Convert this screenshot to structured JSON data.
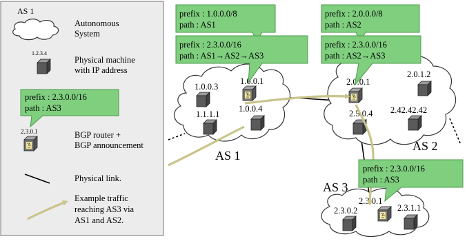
{
  "legend": {
    "as_label": "AS 1",
    "as_desc_line1": "Autonomous",
    "as_desc_line2": "System",
    "machine_ip": "1.2.3.4",
    "machine_desc_line1": "Physical machine",
    "machine_desc_line2": "with IP address",
    "callout_prefix": "prefix : 2.3.0.0/16",
    "callout_path": "path : AS3",
    "router_ip": "2.3.0.1",
    "router_desc_line1": "BGP router +",
    "router_desc_line2": "BGP announcement",
    "link_desc": "Physical link.",
    "traffic_desc_line1": "Example traffic",
    "traffic_desc_line2": "reaching AS3 via",
    "traffic_desc_line3": "AS1 and AS2."
  },
  "as1": {
    "name": "AS 1",
    "hosts": [
      "1.0.0.3",
      "1.1.1.1",
      "1.0.0.4"
    ],
    "router": "1.0.0.1",
    "callout_own": {
      "prefix": "prefix : 1.0.0.0/8",
      "path": "path : AS1"
    },
    "callout_relay": {
      "prefix": "prefix : 2.3.0.0/16",
      "path": "path : AS1→AS2→AS3"
    }
  },
  "as2": {
    "name": "AS 2",
    "hosts": [
      "2.0.1.2",
      "2.5.0.4",
      "2.42.42.42"
    ],
    "router": "2.0.0.1",
    "callout_own": {
      "prefix": "prefix : 2.0.0.0/8",
      "path": "path : AS2"
    },
    "callout_relay": {
      "prefix": "prefix : 2.3.0.0/16",
      "path": "path : AS2→AS3"
    }
  },
  "as3": {
    "name": "AS 3",
    "hosts": [
      "2.3.0.2",
      "2.3.1.1"
    ],
    "router": "2.3.0.1",
    "callout": {
      "prefix": "prefix : 2.3.0.0/16",
      "path": "path : AS3"
    }
  },
  "colors": {
    "callout_fill": "#7fcf7f",
    "legend_fill": "#ececec",
    "traffic_arrow": "#c9c48b",
    "machine_front": "#5a5a5a"
  }
}
